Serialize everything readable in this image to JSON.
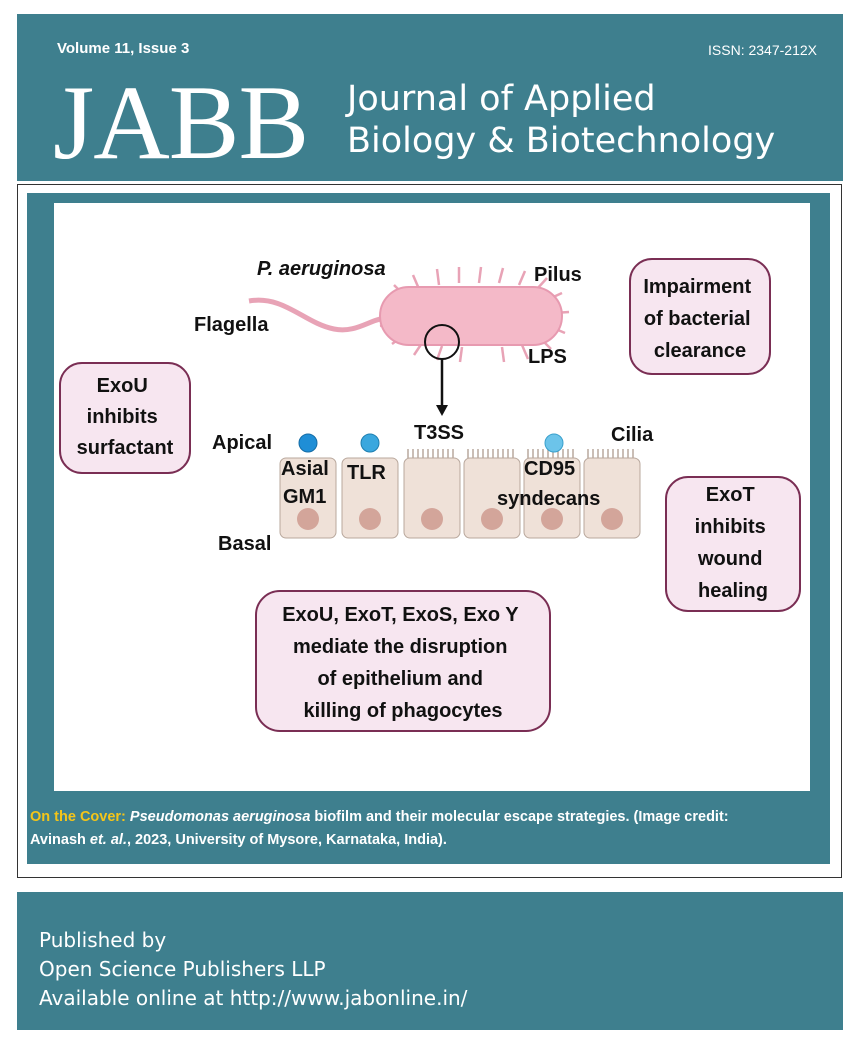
{
  "header": {
    "volume": "Volume 11, Issue 3",
    "issn": "ISSN: 2347-212X",
    "logo": "JABB",
    "journal_line1": "Journal of Applied",
    "journal_line2": "Biology & Biotechnology",
    "accent": "#3e7f8e"
  },
  "illustration": {
    "organism": "P. aeruginosa",
    "labels": {
      "pilus": "Pilus",
      "flagella": "Flagella",
      "lps": "LPS",
      "t3ss": "T3SS",
      "apical": "Apical",
      "basal": "Basal",
      "cilia": "Cilia",
      "asial_1": "Asial",
      "asial_2": "GM1",
      "tlr": "TLR",
      "cd95_1": "CD95",
      "cd95_2": "syndecans"
    },
    "boxes": {
      "impairment": [
        "Impairment",
        "of bacterial",
        "clearance"
      ],
      "exou": [
        "ExoU",
        "inhibits",
        "surfactant"
      ],
      "exot": [
        "ExoT",
        "inhibits",
        "wound",
        "healing"
      ],
      "mediate": [
        "ExoU, ExoT, ExoS, Exo Y",
        "mediate the disruption",
        "of epithelium and",
        "killing of phagocytes"
      ]
    },
    "box_fill": "#f7e6f0",
    "box_stroke": "#7a2e54"
  },
  "caption": {
    "lead": "On the Cover:",
    "species": "Pseudomonas aeruginosa",
    "rest_1": " biofilm and their molecular escape strategies. (Image credit:",
    "author": "Avinash ",
    "etal": "et. al.",
    "rest_2": ", 2023, University of Mysore, Karnataka, India)."
  },
  "footer": {
    "line1": "Published by",
    "line2": "Open Science Publishers LLP",
    "line3": "Available online at http://www.jabonline.in/"
  }
}
